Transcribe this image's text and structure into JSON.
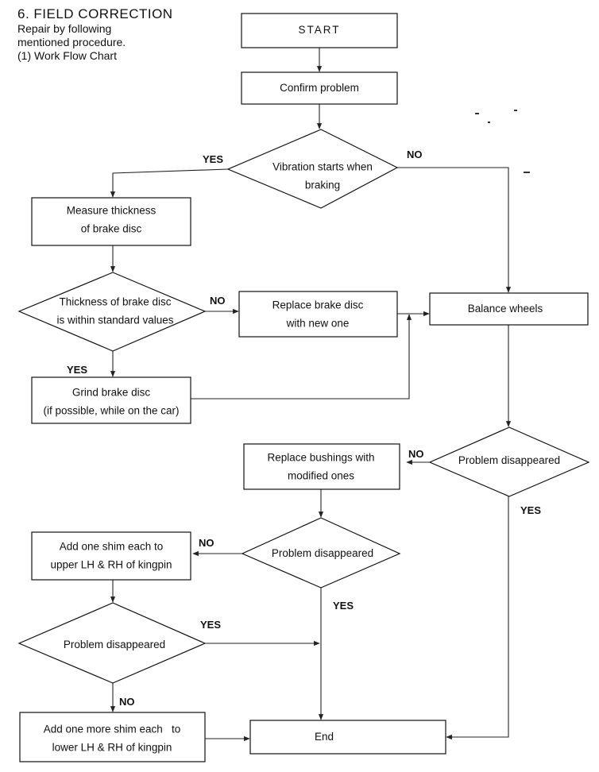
{
  "header": {
    "title": "6. FIELD CORRECTION",
    "line1": "Repair by following",
    "line2": "mentioned procedure.",
    "line3": "(1) Work Flow Chart"
  },
  "nodes": {
    "start": {
      "lines": [
        "START"
      ]
    },
    "confirm": {
      "lines": [
        "Confirm problem"
      ]
    },
    "vibration": {
      "lines": [
        "Vibration starts when",
        "braking"
      ]
    },
    "measure": {
      "lines": [
        "Measure thickness",
        "of brake disc"
      ]
    },
    "thickness": {
      "lines": [
        "Thickness of brake disc",
        "is within standard values"
      ]
    },
    "replace_disc": {
      "lines": [
        "Replace brake disc",
        "with new one"
      ]
    },
    "balance": {
      "lines": [
        "Balance wheels"
      ]
    },
    "grind": {
      "lines": [
        "Grind brake disc",
        "(if possible, while on the car)"
      ]
    },
    "prob1": {
      "lines": [
        "Problem disappeared"
      ]
    },
    "bushings": {
      "lines": [
        "Replace bushings with",
        "modified ones"
      ]
    },
    "prob2": {
      "lines": [
        "Problem disappeared"
      ]
    },
    "shim1": {
      "lines": [
        "Add one shim each to",
        "upper LH & RH of kingpin"
      ]
    },
    "prob3": {
      "lines": [
        "Problem disappeared"
      ]
    },
    "shim2": {
      "lines": [
        "Add one more shim each   to",
        "lower LH & RH of kingpin"
      ]
    },
    "end": {
      "lines": [
        "End"
      ]
    }
  },
  "edge_labels": {
    "vibration_yes": "YES",
    "vibration_no": "NO",
    "thickness_no": "NO",
    "thickness_yes": "YES",
    "prob1_no": "NO",
    "prob1_yes": "YES",
    "prob2_no": "NO",
    "prob2_yes": "YES",
    "prob3_yes": "YES",
    "prob3_no": "NO"
  }
}
